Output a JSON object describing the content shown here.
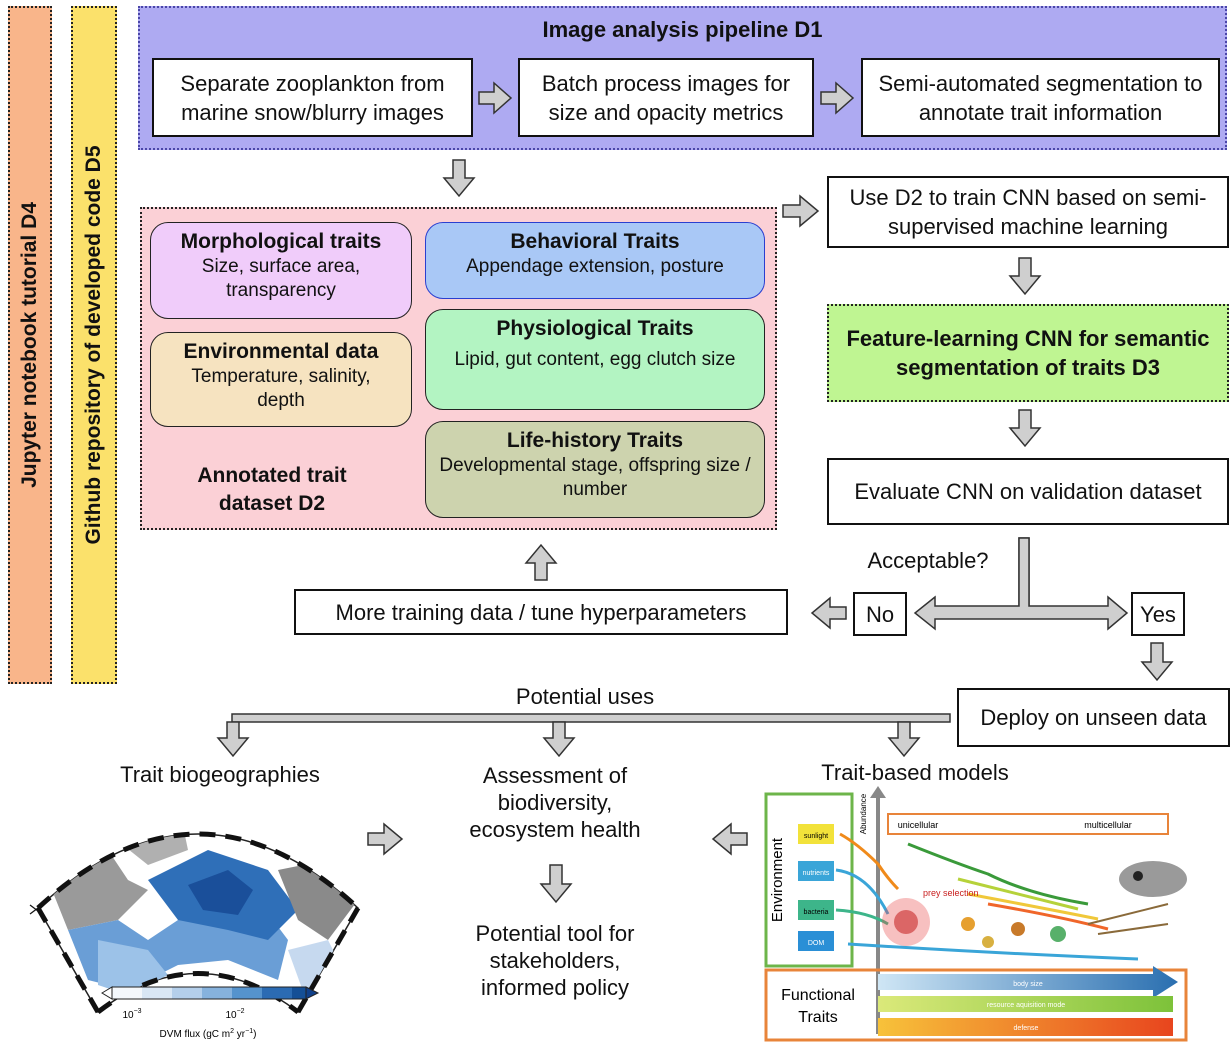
{
  "sidebars": {
    "jupyter": "Jupyter notebook tutorial D4",
    "github": "Github repository of developed code D5"
  },
  "pipeline": {
    "title": "Image analysis pipeline D1",
    "step1": "Separate zooplankton from marine snow/blurry images",
    "step2": "Batch process images for size and opacity metrics",
    "step3": "Semi-automated segmentation to annotate trait information"
  },
  "dataset": {
    "label": "Annotated trait dataset D2",
    "morphological": {
      "title": "Morphological traits",
      "desc": "Size, surface area, transparency"
    },
    "environmental": {
      "title": "Environmental data",
      "desc": "Temperature, salinity, depth"
    },
    "behavioral": {
      "title": "Behavioral Traits",
      "desc": "Appendage extension, posture"
    },
    "physiological": {
      "title": "Physiological Traits",
      "desc": "Lipid, gut content, egg clutch size"
    },
    "lifehistory": {
      "title": "Life-history Traits",
      "desc": "Developmental stage, offspring size / number"
    }
  },
  "cnn": {
    "train": "Use D2 to train CNN based on semi-supervised machine learning",
    "feature": "Feature-learning CNN for semantic segmentation of traits D3",
    "evaluate": "Evaluate CNN on validation dataset",
    "acceptable": "Acceptable?",
    "no": "No",
    "yes": "Yes",
    "more": "More training data / tune hyperparameters",
    "deploy": "Deploy on unseen data"
  },
  "uses": {
    "title": "Potential uses",
    "biogeo": "Trait biogeographies",
    "assessment": "Assessment of biodiversity, ecosystem health",
    "tool": "Potential tool for stakeholders, informed policy",
    "models": "Trait-based models"
  },
  "map": {
    "tick1": "10",
    "tick1_exp": "−3",
    "tick2": "10",
    "tick2_exp": "−2",
    "cbar_label_main": "DVM flux (gC m",
    "cbar_label_exp1": "2",
    "cbar_label_mid": " yr",
    "cbar_label_exp2": "−1",
    "cbar_label_end": ")"
  },
  "model_figure": {
    "environment": "Environment",
    "sunlight": "sunlight",
    "nutrients": "nutrients",
    "bacteria": "bacteria",
    "dom": "DOM",
    "abundance": "Abundance",
    "unicellular": "unicellular",
    "multicellular": "multicellular",
    "prey_selection": "prey selection",
    "functional": "Functional",
    "traits": "Traits",
    "body_size": "body size",
    "resource": "resource aquisition mode",
    "defense": "defense"
  },
  "colors": {
    "pipeline_bg": "#aeaaf2",
    "pipeline_border": "#5a56b8",
    "dataset_bg": "#fbd0d6",
    "morph": "#f0ccfa",
    "env": "#f6e3c0",
    "behav": "#a9c8f6",
    "physio": "#b3f4c2",
    "life": "#cdd3ae",
    "feature": "#bff592",
    "jupyter": "#f9b58a",
    "github": "#fbe16b",
    "arrow": "#c8c8c8"
  }
}
